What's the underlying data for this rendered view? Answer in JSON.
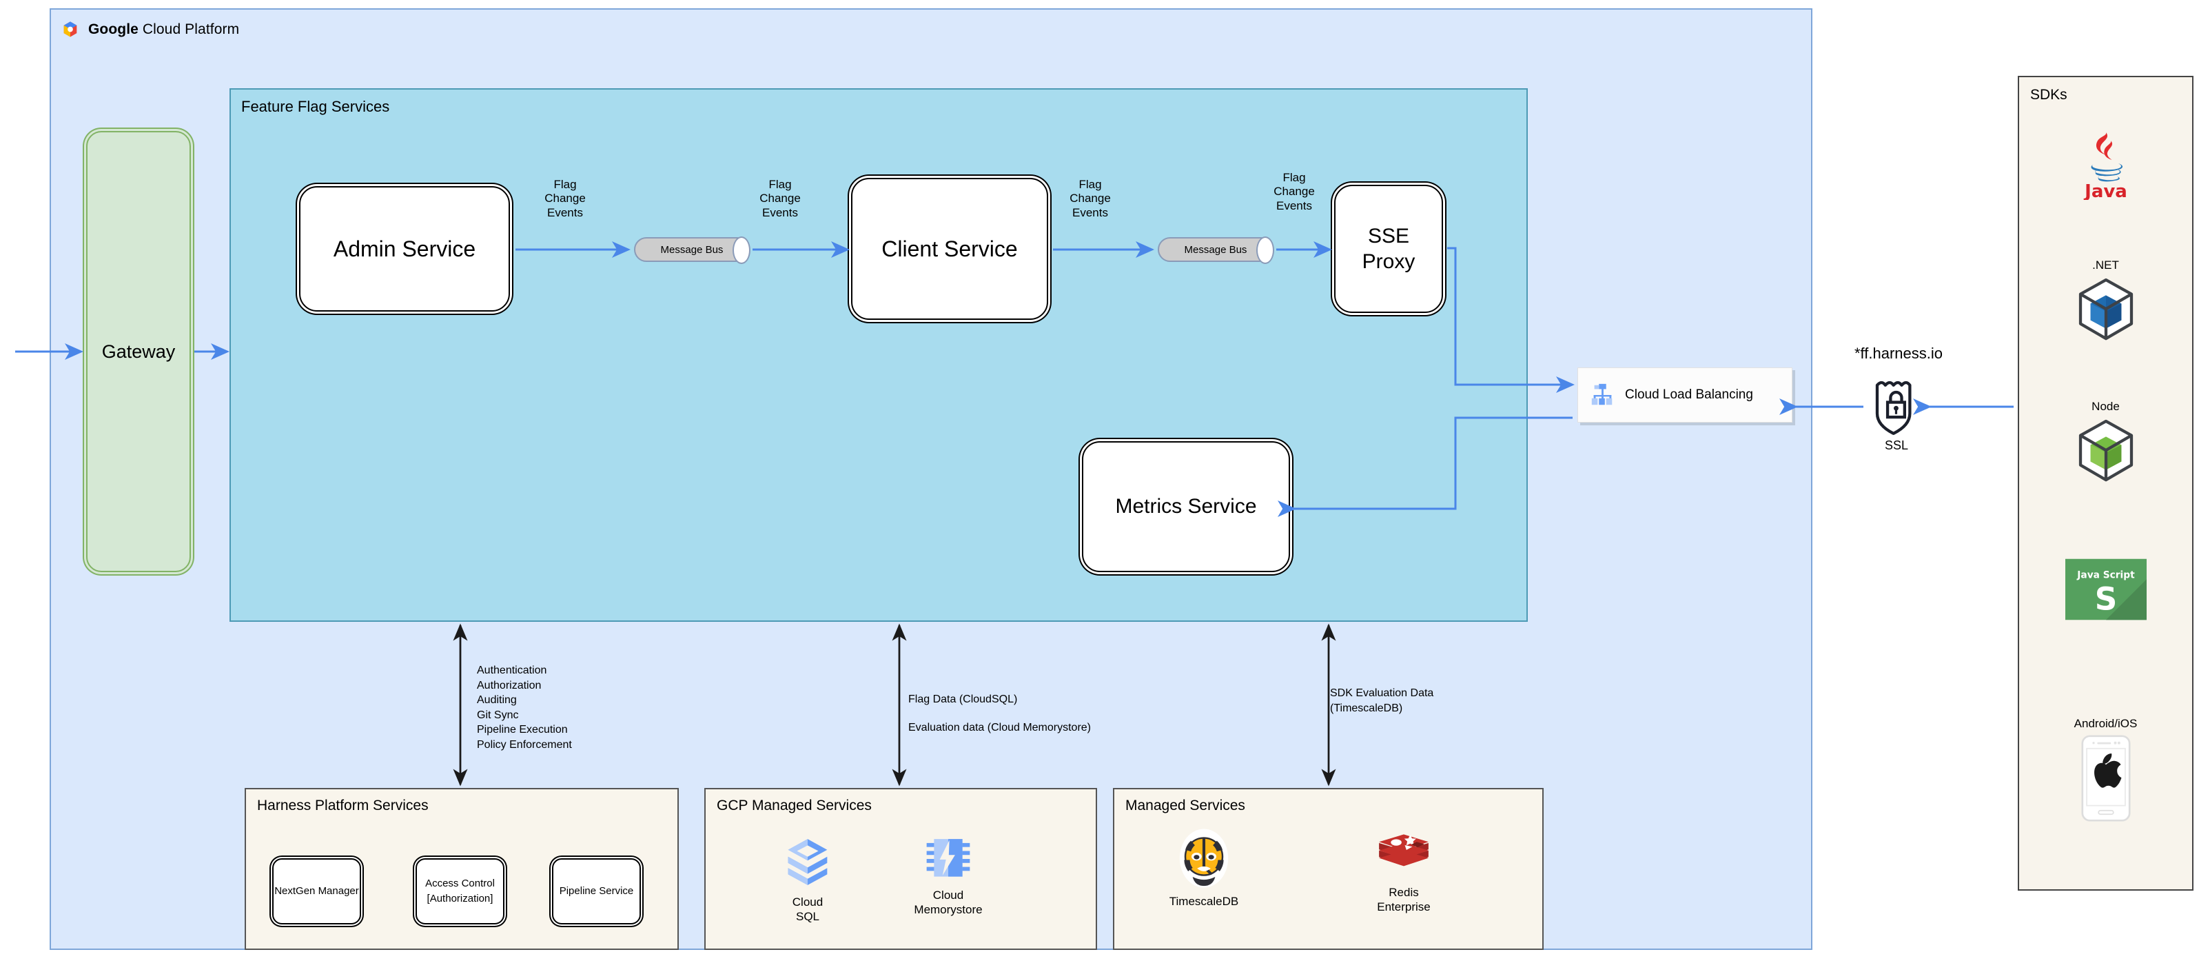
{
  "gcp": {
    "title_bold": "Google",
    "title_rest": " Cloud Platform",
    "logo_icon": "google-cloud-logo"
  },
  "feature_flag_services": {
    "title": "Feature Flag Services",
    "nodes": {
      "admin_service": "Admin Service",
      "client_service": "Client Service",
      "sse_proxy": "SSE\nProxy",
      "metrics_service": "Metrics Service",
      "message_bus_1": "Message Bus",
      "message_bus_2": "Message Bus"
    },
    "edge_labels": {
      "admin_to_bus": "Flag\nChange\nEvents",
      "bus_to_client": "Flag\nChange\nEvents",
      "client_to_bus2": "Flag\nChange\nEvents",
      "bus2_to_sse": "Flag\nChange\nEvents"
    }
  },
  "gateway": {
    "label": "Gateway"
  },
  "load_balancer": {
    "label": "Cloud Load Balancing",
    "icon": "cloud-load-balancing-icon"
  },
  "ssl": {
    "domain": "*ff.harness.io",
    "label": "SSL",
    "icon": "ssl-shield-lock-icon"
  },
  "annotations": {
    "harness_platform": [
      "Authentication",
      "Authorization",
      "Auditing",
      "Git Sync",
      "Pipeline Execution",
      "Policy Enforcement"
    ],
    "gcp_managed": [
      "Flag Data (CloudSQL)",
      "Evaluation data (Cloud Memorystore)"
    ],
    "managed": [
      "SDK Evaluation Data",
      "(TimescaleDB)"
    ]
  },
  "bottom_panels": [
    {
      "title": "Harness Platform Services",
      "items": [
        {
          "label": "NextGen Manager"
        },
        {
          "label": "Access Control\n[Authorization]"
        },
        {
          "label": "Pipeline Service"
        }
      ]
    },
    {
      "title": "GCP Managed Services",
      "items": [
        {
          "label": "Cloud\nSQL",
          "icon": "cloud-sql-icon"
        },
        {
          "label": "Cloud\nMemorystore",
          "icon": "cloud-memorystore-icon"
        }
      ]
    },
    {
      "title": "Managed Services",
      "items": [
        {
          "label": "TimescaleDB",
          "icon": "timescaledb-tiger-icon"
        },
        {
          "label": "Redis\nEnterprise",
          "icon": "redis-icon"
        }
      ]
    }
  ],
  "sdks": {
    "title": "SDKs",
    "items": [
      {
        "caption": "",
        "name": "Java",
        "icon": "java-icon"
      },
      {
        "caption": ".NET",
        "name": ".NET",
        "icon": "dotnet-cube-icon"
      },
      {
        "caption": "Node",
        "name": "Node",
        "icon": "node-cube-icon"
      },
      {
        "caption": "",
        "name": "Java Script",
        "icon": "javascript-icon"
      },
      {
        "caption": "Android/iOS",
        "name": "Android/iOS",
        "icon": "mobile-phone-apple-icon"
      }
    ]
  },
  "colors": {
    "gcp_panel_bg": "#dae8fc",
    "gcp_panel_border": "#7ea6d9",
    "ffs_bg": "#a8dcee",
    "ffs_border": "#4d9ab5",
    "gateway_bg": "#d5e8d4",
    "gateway_border": "#82b366",
    "panel_bg": "#f9f5ec",
    "arrow_blue": "#4a86e8",
    "redis_red": "#c6302b",
    "timescale_orange": "#fdb515",
    "js_green": "#55a05e"
  }
}
